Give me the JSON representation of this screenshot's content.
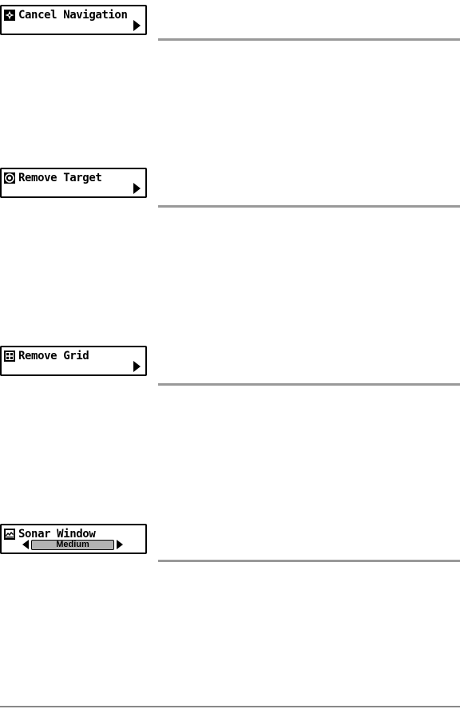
{
  "menus": [
    {
      "label": "Cancel Navigation",
      "icon": "compass-icon",
      "control": "arrow"
    },
    {
      "label": "Remove Target",
      "icon": "target-icon",
      "control": "arrow"
    },
    {
      "label": "Remove Grid",
      "icon": "grid-icon",
      "control": "arrow"
    },
    {
      "label": "Sonar Window",
      "icon": "sonar-picture-icon",
      "control": "selector",
      "value": "Medium"
    }
  ]
}
